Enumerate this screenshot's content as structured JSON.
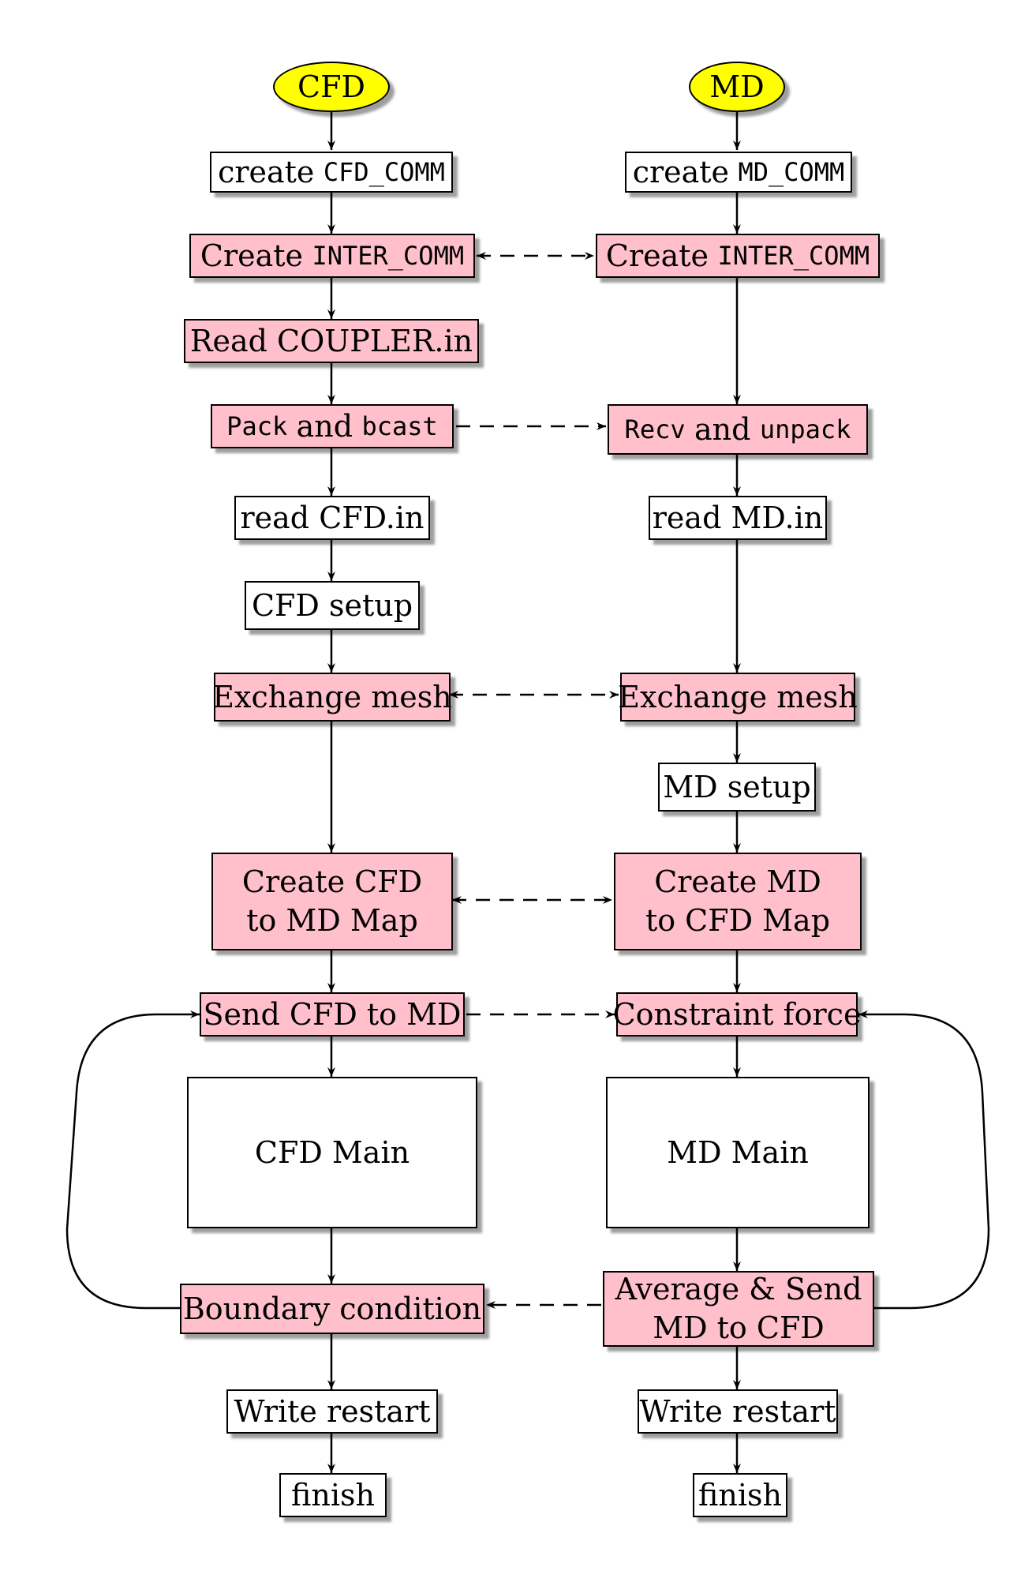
{
  "cfd": {
    "start": "CFD",
    "create_comm": {
      "word": "create",
      "code": "CFD_COMM"
    },
    "create_inter": {
      "word": "Create",
      "code": "INTER_COMM"
    },
    "read_coupler": "Read COUPLER.in",
    "pack": {
      "code1": "Pack",
      "word": "and",
      "code2": "bcast"
    },
    "read_in": "read CFD.in",
    "setup": "CFD setup",
    "exchange_mesh": "Exchange mesh",
    "create_map": {
      "line1": "Create CFD",
      "line2": "to MD Map"
    },
    "send": "Send CFD to MD",
    "main": "CFD Main",
    "boundary": "Boundary condition",
    "write_restart": "Write restart",
    "finish": "finish"
  },
  "md": {
    "start": "MD",
    "create_comm": {
      "word": "create",
      "code": "MD_COMM"
    },
    "create_inter": {
      "word": "Create",
      "code": "INTER_COMM"
    },
    "recv": {
      "code1": "Recv",
      "word": "and",
      "code2": "unpack"
    },
    "read_in": "read MD.in",
    "exchange_mesh": "Exchange mesh",
    "setup": "MD setup",
    "create_map": {
      "line1": "Create MD",
      "line2": "to CFD Map"
    },
    "constraint": "Constraint force",
    "main": "MD Main",
    "average": {
      "line1": "Average & Send",
      "line2": "MD to CFD"
    },
    "write_restart": "Write restart",
    "finish": "finish"
  },
  "colors": {
    "start_node": "#ffff00",
    "coupled_step": "#ffc0cb",
    "local_step": "#ffffff",
    "line": "#000000"
  }
}
